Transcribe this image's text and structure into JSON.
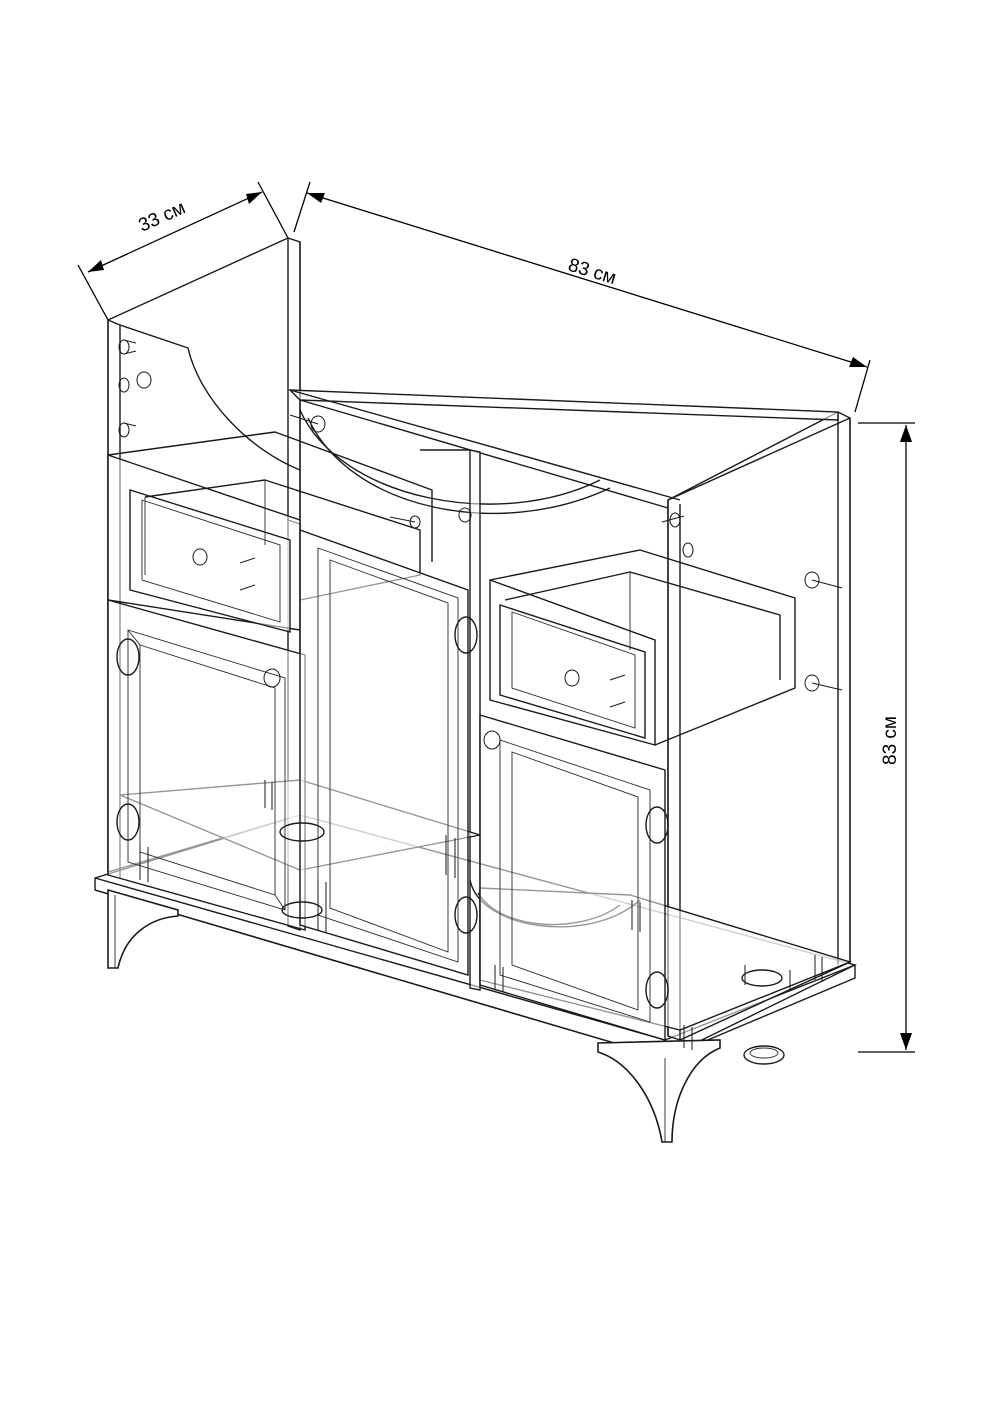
{
  "dimensions": {
    "depth": "33 см",
    "width": "83 см",
    "height": "83 см"
  }
}
